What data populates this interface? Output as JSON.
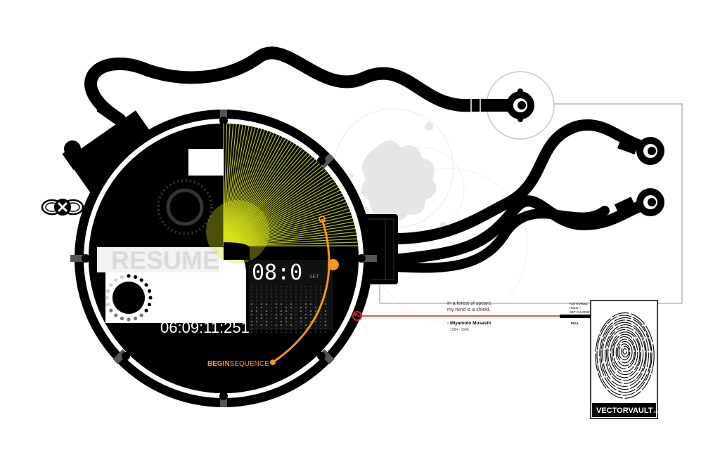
{
  "device": {
    "resume_label": "RESUME",
    "timer_value": "06:09:11:251",
    "clock_digits_top": "08:0",
    "clock_sub_label": "SET",
    "begin_label_bold": "BEGIN",
    "begin_label_rest": "SEQUENCE",
    "accent_color": "#f7941d",
    "glow_color": "#d6e21b",
    "cable_color": "#000000"
  },
  "quote": {
    "line1": "In a forest of spears,",
    "line2": "my mind is a shield.",
    "author": "- Miyamoto Musashi",
    "years": "1584 - 1645"
  },
  "fuse": {
    "label_line1": "AUTHORIZE",
    "label_line2": "HOLD +",
    "label_line3": "SET CHARGE",
    "pull_label": "PULL",
    "wire_color": "#e31e24"
  },
  "brand": {
    "logo_part1": "VECTOR",
    "logo_part2": "VAULT",
    "logo_suffix": ".com"
  },
  "icons": [
    "infinity-x-icon",
    "fingerprint-icon",
    "splatter-icon",
    "spinner-icon"
  ]
}
